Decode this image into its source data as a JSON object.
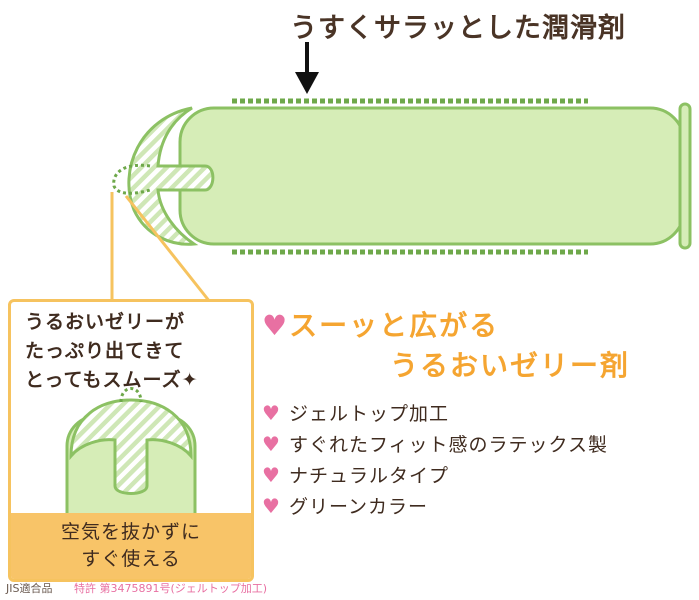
{
  "top_label": "うすくサラッとした潤滑剤",
  "headline": {
    "heart": "♥",
    "line1": "スーッと広がる",
    "line2": "うるおいゼリー剤"
  },
  "features": [
    {
      "bullet": "♥",
      "text": "ジェルトップ加工"
    },
    {
      "bullet": "♥",
      "text": "すぐれたフィット感のラテックス製"
    },
    {
      "bullet": "♥",
      "text": "ナチュラルタイプ"
    },
    {
      "bullet": "♥",
      "text": "グリーンカラー"
    }
  ],
  "callout": {
    "lines": [
      "うるおいゼリーが",
      "たっぷり出てきて",
      "とってもスムーズ✦"
    ],
    "footer": [
      "空気を抜かずに",
      "すぐ使える"
    ]
  },
  "footnote": {
    "jis": "JIS適合品",
    "patent": "特許 第3475891号(ジェルトップ加工)"
  },
  "colors": {
    "green_fill": "#d6edb7",
    "green_stroke": "#8cc163",
    "green_dash": "#6ea84a",
    "orange": "#f5a531",
    "pink": "#e870a2",
    "brown": "#3f2b1f",
    "callout_border": "#f6c35f",
    "callout_footer": "#f8c468"
  },
  "icons": {
    "arrow": "down-arrow-icon",
    "heart": "heart-icon",
    "sparkle": "sparkle-icon"
  }
}
